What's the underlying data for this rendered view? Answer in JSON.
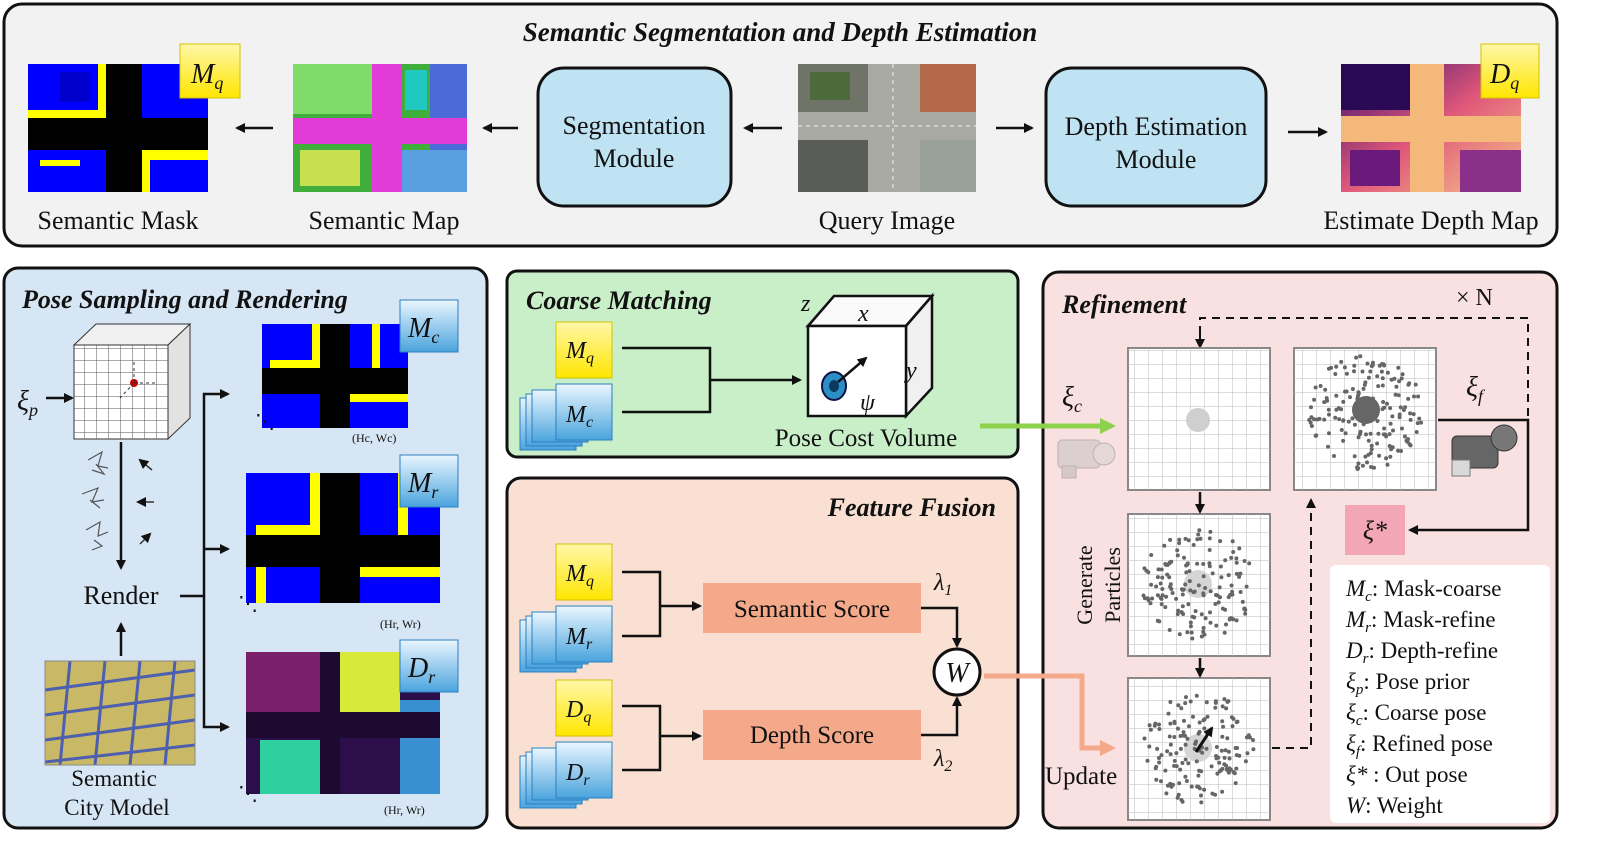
{
  "top": {
    "title": "Semantic Segmentation and Depth Estimation",
    "semantic_mask_label": "Semantic Mask",
    "semantic_map_label": "Semantic Map",
    "segmentation_module": [
      "Segmentation",
      "Module"
    ],
    "query_image_label": "Query Image",
    "depth_module": [
      "Depth Estimation",
      "Module"
    ],
    "depth_map_label": "Estimate Depth Map",
    "mq_tag": "M",
    "mq_sub": "q",
    "dq_tag": "D",
    "dq_sub": "q"
  },
  "pose": {
    "title": "Pose Sampling and Rendering",
    "xi_p": "ξ",
    "xi_p_sub": "p",
    "render": "Render",
    "city_model": [
      "Semantic",
      "City Model"
    ],
    "mc_tag": "M",
    "mc_sub": "c",
    "mr_tag": "M",
    "mr_sub": "r",
    "dr_tag": "D",
    "dr_sub": "r",
    "size_c": "(H",
    "size_c_full": "(Hc, Wc)",
    "size_r_full": "(Hr, Wr)"
  },
  "coarse": {
    "title": "Coarse Matching",
    "mq": "M",
    "mq_sub": "q",
    "mc": "M",
    "mc_sub": "c",
    "axis_z": "z",
    "axis_x": "x",
    "axis_y": "y",
    "psi": "ψ",
    "volume_label": "Pose Cost Volume"
  },
  "fusion": {
    "title": "Feature Fusion",
    "semantic_score": "Semantic Score",
    "depth_score": "Depth Score",
    "lambda1": "λ",
    "lambda1_sub": "1",
    "lambda2": "λ",
    "lambda2_sub": "2",
    "weight": "W",
    "mq": "M",
    "mq_sub": "q",
    "mr": "M",
    "mr_sub": "r",
    "dq": "D",
    "dq_sub": "q",
    "dr": "D",
    "dr_sub": "r"
  },
  "refine": {
    "title": "Refinement",
    "times_n": "× N",
    "xi_c": "ξ",
    "xi_c_sub": "c",
    "xi_f": "ξ",
    "xi_f_sub": "f",
    "xi_star": "ξ*",
    "generate": "Generate",
    "particles": "Particles",
    "update": "Update",
    "legend": [
      {
        "sym": "M",
        "sub": "c",
        "text": ": Mask-coarse"
      },
      {
        "sym": "M",
        "sub": "r",
        "text": ": Mask-refine"
      },
      {
        "sym": "D",
        "sub": "r",
        "text": ": Depth-refine"
      },
      {
        "sym": "ξ",
        "sub": "p",
        "text": ": Pose prior"
      },
      {
        "sym": "ξ",
        "sub": "c",
        "text": ":  Coarse pose"
      },
      {
        "sym": "ξ",
        "sub": "f",
        "text": ": Refined pose"
      },
      {
        "sym": "ξ*",
        "sub": "",
        "text": " : Out pose"
      },
      {
        "sym": "W",
        "sub": "",
        "text": ": Weight"
      }
    ]
  },
  "colors": {
    "top_bg": "#f2f2f2",
    "pose_bg": "#d7e6f4",
    "coarse_bg": "#c9efc9",
    "fusion_bg": "#f9e0d2",
    "refine_bg": "#f9e1e1",
    "module_fill": "#bfe3f3",
    "score_fill": "#f4a98a",
    "tag_yellow": "#ffee33",
    "tag_blue": "#4aa4dd",
    "green_arrow": "#8dd14c",
    "orange_arrow": "#f4a98a"
  }
}
